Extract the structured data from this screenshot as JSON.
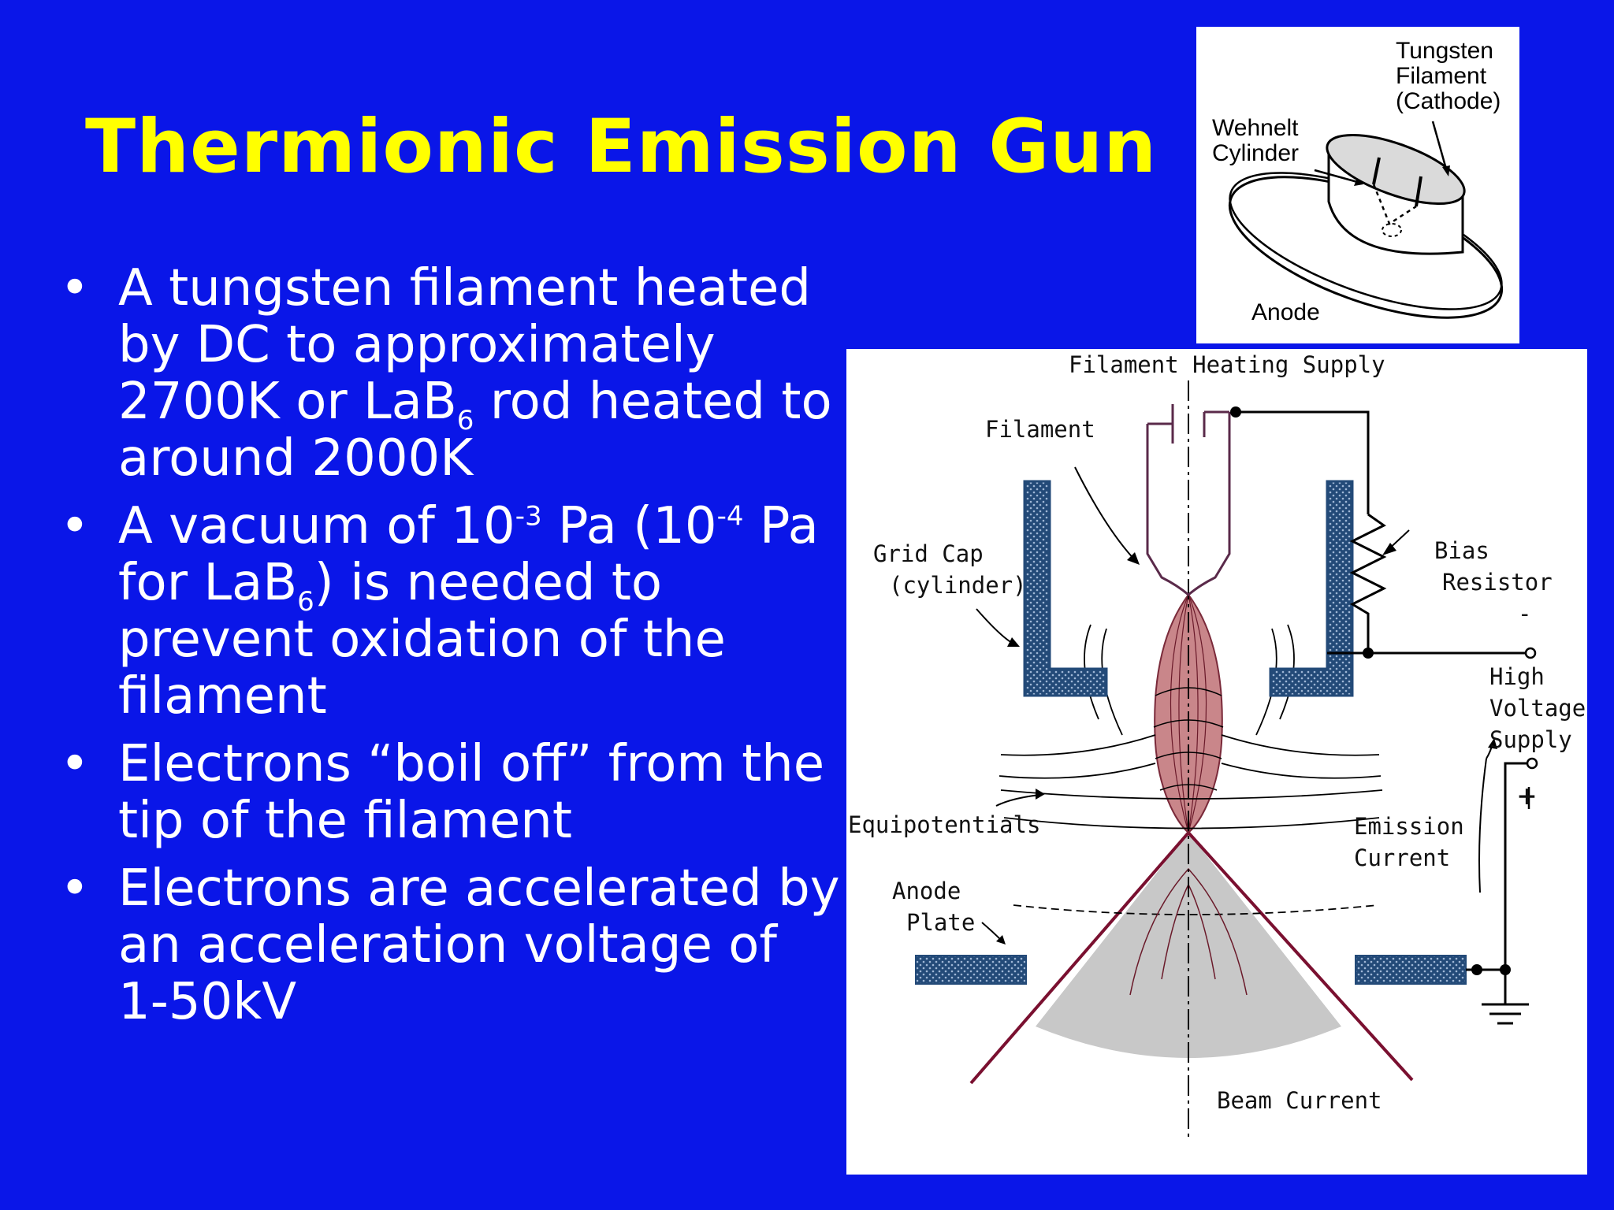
{
  "slide": {
    "title": "Thermionic Emission Gun",
    "bullets": [
      {
        "bullet_char": "•",
        "parts": {
          "a": "A tungsten filament heated by DC to approximately 2700K or LaB",
          "sub": "6",
          "b": " rod heated to around 2000K"
        }
      },
      {
        "bullet_char": "•",
        "parts": {
          "a": "A vacuum of 10",
          "sup1": "-3",
          "b": " Pa (10",
          "sup2": "-4",
          "c": " Pa for LaB",
          "sub": "6",
          "d": ") is needed to prevent oxidation of the filament"
        }
      },
      {
        "bullet_char": "•",
        "text": "Electrons “boil off” from the tip of the filament"
      },
      {
        "bullet_char": "•",
        "text": "Electrons are accelerated by an acceleration voltage of 1-50kV"
      }
    ]
  },
  "top_diagram": {
    "labels": {
      "tungsten_l1": "Tungsten",
      "tungsten_l2": "Filament",
      "tungsten_l3": "(Cathode)",
      "wehnelt_l1": "Wehnelt",
      "wehnelt_l2": "Cylinder",
      "anode": "Anode"
    }
  },
  "main_diagram": {
    "labels": {
      "filament_heating_supply": "Filament Heating Supply",
      "filament": "Filament",
      "grid_cap_l1": "Grid Cap",
      "grid_cap_l2": "(cylinder)",
      "bias_l1": "Bias",
      "bias_l2": "Resistor",
      "minus": "-",
      "hv_l1": "High",
      "hv_l2": "Voltage",
      "hv_l3": "Supply",
      "plus": "+",
      "equipotentials": "Equipotentials",
      "emission_l1": "Emission",
      "emission_l2": "Current",
      "anode_l1": "Anode",
      "anode_l2": "Plate",
      "beam_current": "Beam Current"
    },
    "colors": {
      "emission_lobe": "#C9868A",
      "beam_cone": "#C8C8C8",
      "beam_edge": "#7A1030",
      "plate_fill": "#234A78"
    }
  }
}
